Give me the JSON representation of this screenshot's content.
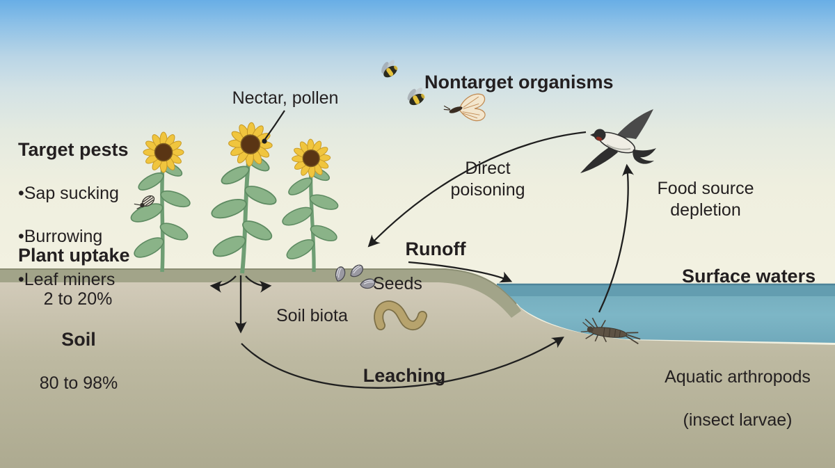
{
  "figure": {
    "title_hint": "Pesticide movement through a farm ecosystem",
    "labels": {
      "nectar_pollen": "Nectar, pollen",
      "nontarget_organisms": "Nontarget organisms",
      "target_pests": {
        "title": "Target pests",
        "items": [
          "•Sap sucking",
          "•Burrowing",
          "•Leaf miners"
        ]
      },
      "plant_uptake": {
        "title": "Plant uptake",
        "value": "2 to 20%"
      },
      "direct_poisoning": "Direct poisoning",
      "food_source_depletion": "Food source depletion",
      "runoff": "Runoff",
      "surface_waters": "Surface waters",
      "seeds": "Seeds",
      "soil_biota": "Soil biota",
      "soil": {
        "title": "Soil",
        "value": "80 to 98%"
      },
      "leaching": "Leaching",
      "aquatic_arthropods": {
        "line1": "Aquatic arthropods",
        "line2": "(insect larvae)"
      }
    },
    "icons": {
      "sunflower-icon": "flowering crop plant (x3)",
      "beetle-icon": "striped pest beetle on stem",
      "bee-icon": "bumblebees flying (x2)",
      "butterfly-icon": "butterfly flying",
      "swallow-icon": "barn swallow flying",
      "seeds-icon": "treated sunflower seeds",
      "earthworm-icon": "earthworm in soil",
      "larva-icon": "aquatic insect larva in water"
    },
    "colors": {
      "sky_top": "#68aee6",
      "sky_cream": "#f2f1e1",
      "topsoil": "#a2a489",
      "subsoil_light": "#d4ccbc",
      "subsoil_dark": "#adaa90",
      "water": "#7db6c6",
      "water_surface_band": "#639db0",
      "text": "#231f20",
      "arrow": "#1f1f1f"
    }
  }
}
